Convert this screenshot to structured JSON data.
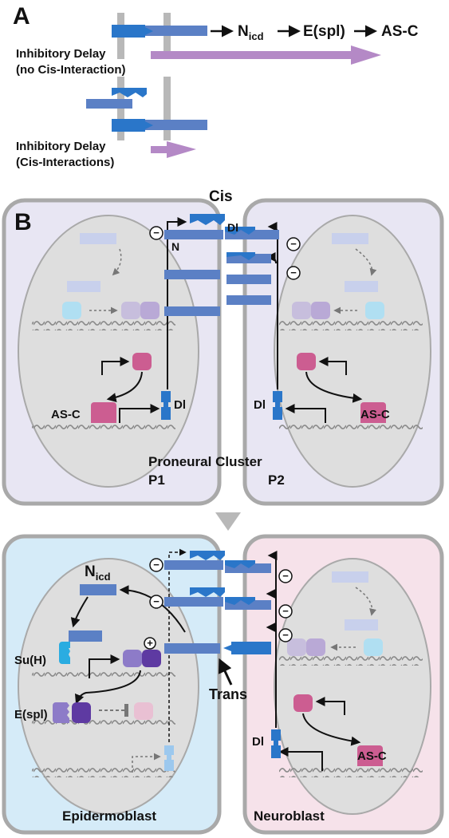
{
  "colors": {
    "receptor": "#5b80c5",
    "delta": "#2a76c9",
    "pale_delta": "#9cc8ee",
    "flow_arrow": "#b489c6",
    "cell_border": "#a9a9a9",
    "nucleus_fill": "#dedede",
    "proneural_bg": "#e8e6f3",
    "epidermoblast_bg": "#d5ebf8",
    "neuroblast_bg": "#f6e2ea",
    "ac_pink": "#cc5d91",
    "espl_purple": "#5e3aa2",
    "sh_cyan": "#2aace1"
  },
  "panel_a": {
    "label": "A",
    "pathway": {
      "nicd_main": "N",
      "nicd_sub": "icd",
      "espl": "E(spl)",
      "asc": "AS-C"
    },
    "no_cis": {
      "line1": "Inhibitory Delay",
      "line2": "(no Cis-Interaction)"
    },
    "cis": {
      "line1": "Inhibitory Delay",
      "line2": "(Cis-Interactions)"
    }
  },
  "panel_b": {
    "label": "B",
    "cis": "Cis",
    "n": "N",
    "dl_top": "Dl",
    "dl_left": "Dl",
    "dl_right": "Dl",
    "asc_left": "AS-C",
    "asc_right": "AS-C",
    "cluster_line1": "Proneural Cluster",
    "p1": "P1",
    "p2": "P2",
    "minus": "−"
  },
  "panel_c": {
    "nicd_main": "N",
    "nicd_sub": "icd",
    "suh": "Su(H)",
    "espl": "E(spl)",
    "trans": "Trans",
    "dl": "Dl",
    "asc": "AS-C",
    "plus": "+",
    "minus": "−",
    "epidermoblast": "Epidermoblast",
    "neuroblast": "Neuroblast"
  }
}
